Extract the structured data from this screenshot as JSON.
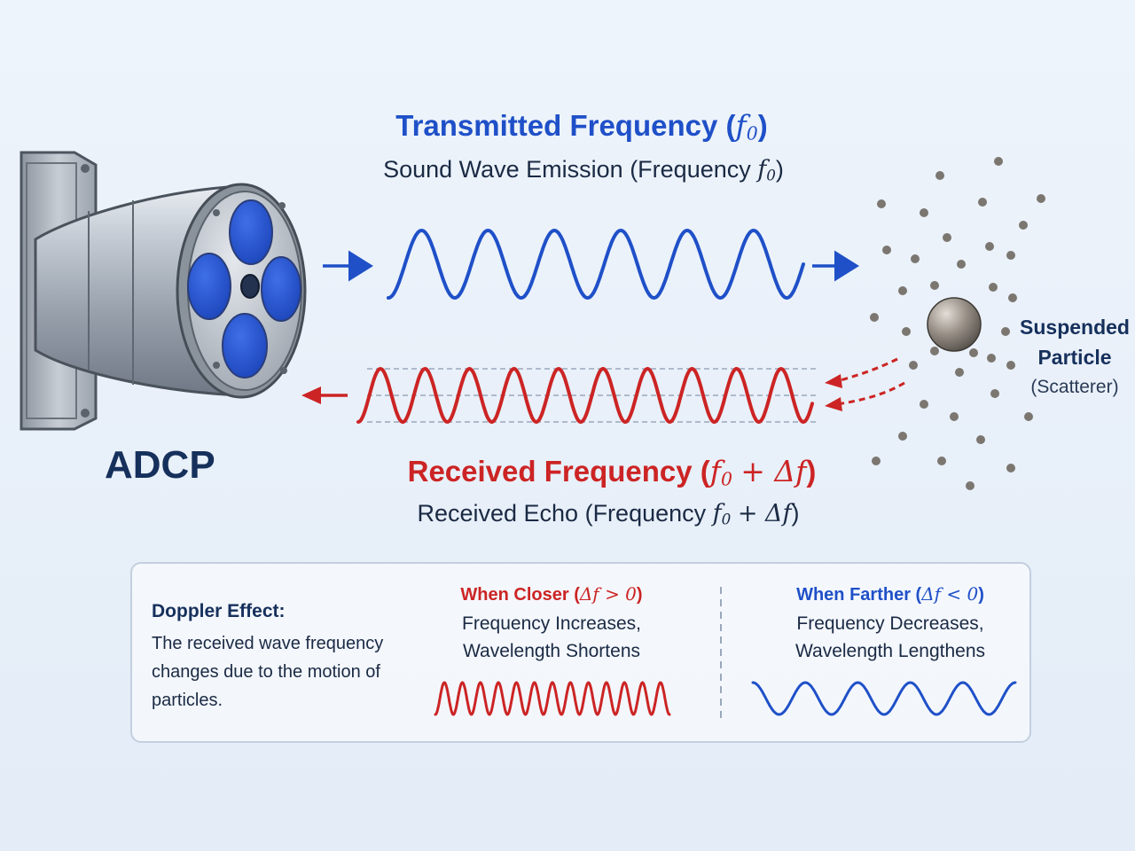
{
  "transmitted": {
    "title": "Transmitted Frequency",
    "title_symbol": "f",
    "title_subscript": "0",
    "subtitle": "Sound Wave Emission (Frequency",
    "subtitle_symbol": "f",
    "subtitle_subscript": "0",
    "color": "#1f50c8"
  },
  "received": {
    "title": "Received Frequency",
    "title_symbol": "f",
    "title_subscript": "0",
    "title_delta": "+ Δf",
    "subtitle": "Received Echo (Frequency",
    "subtitle_symbol": "f",
    "subtitle_subscript": "0",
    "subtitle_delta": "+ Δf",
    "color": "#cc2424"
  },
  "device": {
    "label": "ADCP",
    "lens_color": "#1f4fd6"
  },
  "particle": {
    "line1": "Suspended",
    "line2": "Particle",
    "line3": "(Scatterer)"
  },
  "doppler": {
    "heading": "Doppler Effect:",
    "description": "The received wave frequency changes due to the motion of particles.",
    "closer": {
      "title": "When Closer (",
      "condition": "Δf > 0",
      "title_end": ")",
      "line1": "Frequency Increases,",
      "line2": "Wavelength Shortens"
    },
    "farther": {
      "title": "When Farther (",
      "condition": "Δf < 0",
      "title_end": ")",
      "line1": "Frequency Decreases,",
      "line2": "Wavelength Lengthens"
    }
  }
}
